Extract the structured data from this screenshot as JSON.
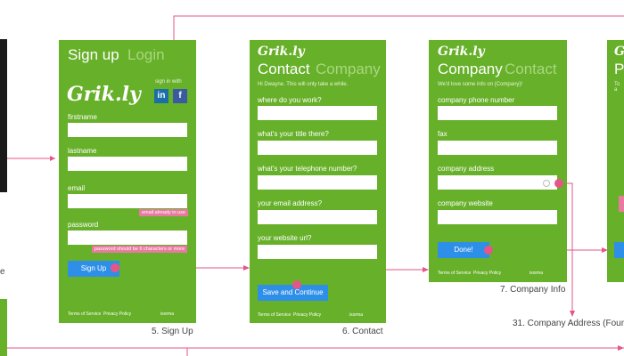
{
  "signup": {
    "tab_active": "Sign up",
    "tab_inactive": "Login",
    "logo": "Grik.ly",
    "sign_in_with": "sign in with",
    "linkedin": "in",
    "facebook": "f",
    "firstname": "firstname",
    "lastname": "lastname",
    "email": "email",
    "email_error": "email already in use",
    "password": "password",
    "password_error": "password should be 6 characters or more",
    "button": "Sign Up",
    "terms": "Terms of Service",
    "privacy": "Privacy Policy",
    "brand": "ixorma",
    "caption": "5. Sign Up"
  },
  "contact": {
    "logo": "Grik.ly",
    "tab_active": "Contact",
    "tab_inactive": "Company",
    "greeting": "Hi Dwayne. This will only take a while.",
    "q1": "where do you work?",
    "q2": "what's your title there?",
    "q3": "what's your telephone number?",
    "q4": "your email address?",
    "q5": "your website url?",
    "button": "Save and Continue",
    "terms": "Terms of Service",
    "privacy": "Privacy Policy",
    "brand": "ixorma",
    "caption": "6. Contact"
  },
  "company": {
    "logo": "Grik.ly",
    "tab_active": "Company",
    "tab_inactive": "Contact",
    "intro": "We'd love some info on {Company}!",
    "f1": "company phone number",
    "f2": "fax",
    "f3": "company address",
    "f4": "company website",
    "button": "Done!",
    "terms": "Terms of Service",
    "privacy": "Privacy Policy",
    "brand": "ixorma",
    "caption": "7. Company Info"
  },
  "partial_right": {
    "logo": "Grik",
    "title": "Pi",
    "text": "To a"
  },
  "left_partial": {
    "caption": "e"
  },
  "address_caption": "31. Company Address (Four",
  "colors": {
    "screen_green": "#67b02a",
    "connector": "#e5558a",
    "button_blue": "#2e8fe8"
  }
}
